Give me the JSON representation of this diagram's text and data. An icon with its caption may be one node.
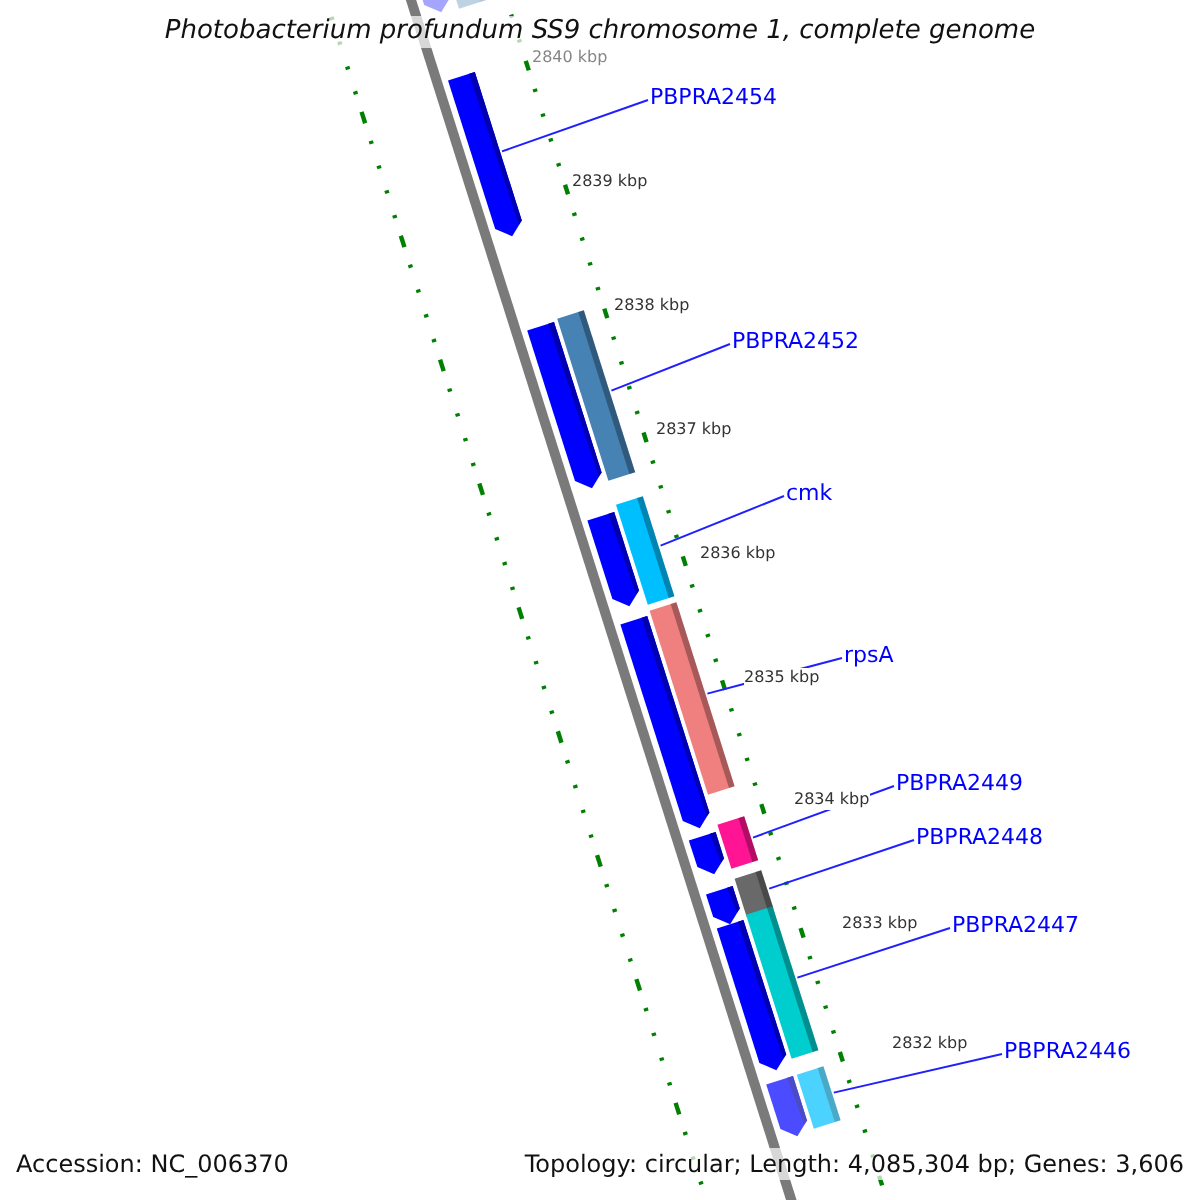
{
  "diagram": {
    "title": "Photobacterium profundum SS9 chromosome 1, complete genome",
    "nodes": [
      {
        "text": [
          "PBPRA2454"
        ]
      },
      {
        "text": [
          "PBPRA2452"
        ]
      },
      {
        "text": [
          "cmk"
        ]
      },
      {
        "text": [
          "rpsA"
        ]
      },
      {
        "text": [
          "PBPRA2449"
        ]
      },
      {
        "text": [
          "PBPRA2448"
        ]
      },
      {
        "text": [
          "PBPRA2447"
        ]
      },
      {
        "text": [
          "PBPRA2446"
        ]
      },
      {
        "text": [],
        "shape": "bar"
      },
      {
        "text": [],
        "shape": "bar"
      },
      {
        "text": [],
        "shape": "bar"
      },
      {
        "text": [],
        "shape": "bar"
      },
      {
        "text": [],
        "shape": "bar"
      },
      {
        "text": [],
        "shape": "bar"
      },
      {
        "text": [],
        "shape": "bar"
      },
      {
        "text": [],
        "shape": "bar"
      },
      {
        "text": [],
        "shape": "bar"
      },
      {
        "text": [],
        "shape": "bar"
      },
      {
        "text": [],
        "shape": "bar"
      },
      {
        "text": [],
        "shape": "bar"
      },
      {
        "text": [],
        "shape": "bar"
      },
      {
        "text": [],
        "shape": "bar"
      },
      {
        "text": [],
        "shape": "bar"
      },
      {
        "text": [],
        "shape": "bar"
      },
      {
        "text": [],
        "shape": "bar"
      }
    ],
    "edges": [
      {
        "from": 0,
        "to": 10,
        "arrow": "none"
      },
      {
        "from": 1,
        "to": 12,
        "arrow": "none"
      },
      {
        "from": 2,
        "to": 14,
        "arrow": "none"
      },
      {
        "from": 3,
        "to": 15,
        "arrow": "none"
      },
      {
        "from": 4,
        "to": 17,
        "arrow": "none"
      },
      {
        "from": 5,
        "to": 19,
        "arrow": "none"
      },
      {
        "from": 6,
        "to": 21,
        "arrow": "none"
      },
      {
        "from": 7,
        "to": 24,
        "arrow": "none"
      }
    ],
    "labels": [
      "2840 kbp",
      "2839 kbp",
      "2838 kbp",
      "2837 kbp",
      "2836 kbp",
      "2835 kbp",
      "2834 kbp",
      "2833 kbp",
      "2832 kbp",
      "Accession: NC_006370",
      "Topology: circular; Length: 4,085,304 bp; Genes: 3,606"
    ]
  }
}
